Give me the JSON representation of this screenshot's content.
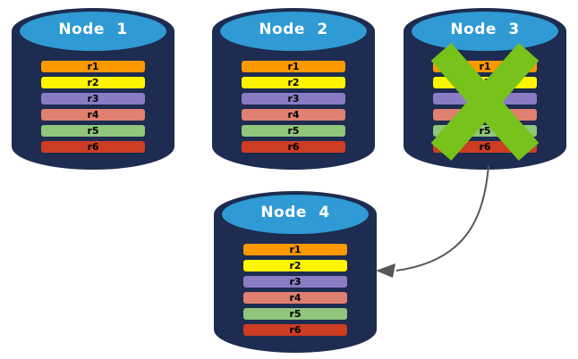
{
  "diagram": {
    "background": "#ffffff",
    "palette": {
      "cylinder_body": "#1d2c50",
      "cylinder_top": "#2f9ad3",
      "title_text": "#ffffff",
      "row_text": "#000000",
      "failure_x": "#78c21c",
      "arrow": "#575757"
    },
    "replica_rows": [
      {
        "label": "r1",
        "color": "#fd9900"
      },
      {
        "label": "r2",
        "color": "#fff500"
      },
      {
        "label": "r3",
        "color": "#8a7cc4"
      },
      {
        "label": "r4",
        "color": "#e08070"
      },
      {
        "label": "r5",
        "color": "#90c57c"
      },
      {
        "label": "r6",
        "color": "#cd3d22"
      }
    ],
    "nodes": [
      {
        "title": "Node 1",
        "failed": false
      },
      {
        "title": "Node 2",
        "failed": false
      },
      {
        "title": "Node 3",
        "failed": true
      },
      {
        "title": "Node 4",
        "failed": false
      }
    ],
    "arrow": {
      "from": "Node 3",
      "to": "Node 4"
    }
  }
}
